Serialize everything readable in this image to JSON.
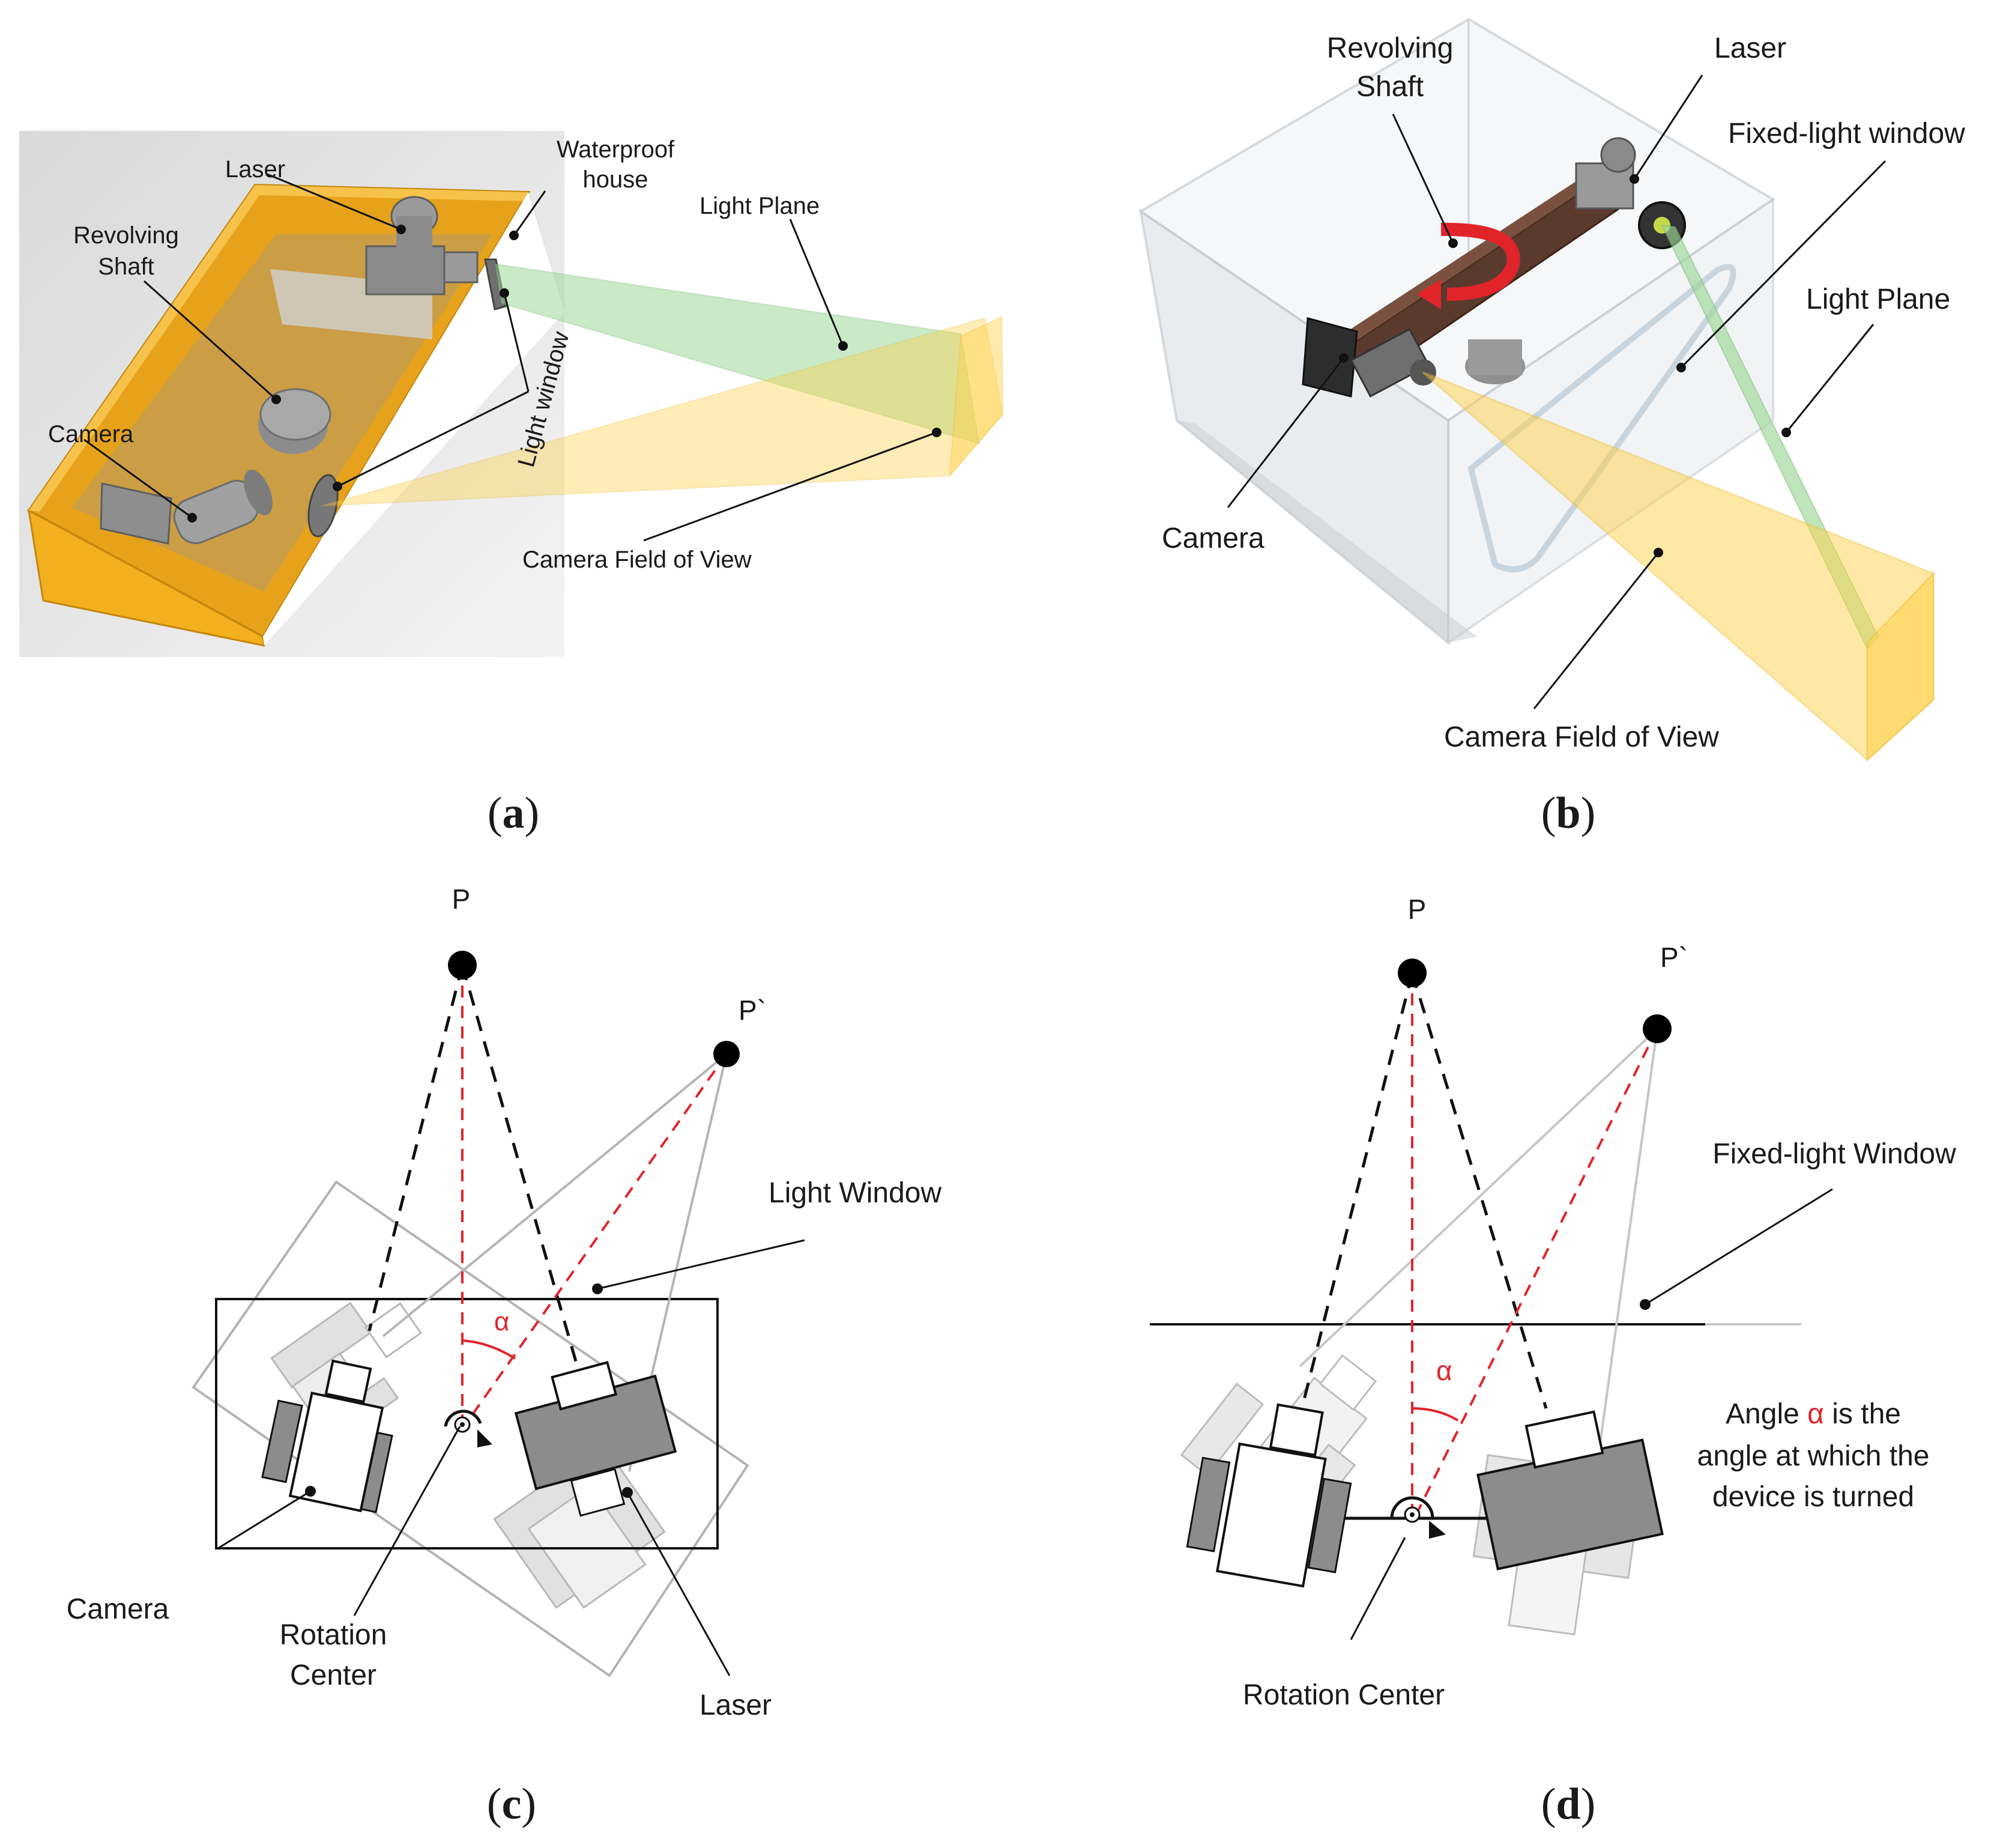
{
  "panel_a": {
    "labels": {
      "laser": "Laser",
      "waterproof_line1": "Waterproof",
      "waterproof_line2": "house",
      "revolving_line1": "Revolving",
      "revolving_line2": "Shaft",
      "light_plane": "Light Plane",
      "camera": "Camera",
      "light_window": "Light window",
      "camera_fov": "Camera Field of View"
    },
    "caption": "a"
  },
  "panel_b": {
    "labels": {
      "revolving_line1": "Revolving",
      "revolving_line2": "Shaft",
      "laser": "Laser",
      "fixed_light_window": "Fixed-light window",
      "light_plane": "Light Plane",
      "camera": "Camera",
      "camera_fov": "Camera Field of View"
    },
    "caption": "b"
  },
  "panel_c": {
    "labels": {
      "p": "P",
      "p_prime": "P`",
      "light_window": "Light Window",
      "alpha": "α",
      "camera": "Camera",
      "rotation_line1": "Rotation",
      "rotation_line2": "Center",
      "laser": "Laser"
    },
    "caption": "c"
  },
  "panel_d": {
    "labels": {
      "p": "P",
      "p_prime": "P`",
      "fixed_light_window": "Fixed-light Window",
      "alpha": "α",
      "angle_line1_pre": "Angle ",
      "angle_line1_alpha": "α",
      "angle_line1_post": " is the",
      "angle_line2": "angle at which the",
      "angle_line3": "device is turned",
      "rotation_center": "Rotation Center"
    },
    "caption": "d"
  },
  "colors": {
    "housing_orange": "#f2b01e",
    "light_plane_green": "#9fd89a",
    "fov_yellow": "#ffd24a",
    "dashed_red": "#e0242a",
    "device_gray": "#8c8c8c"
  }
}
